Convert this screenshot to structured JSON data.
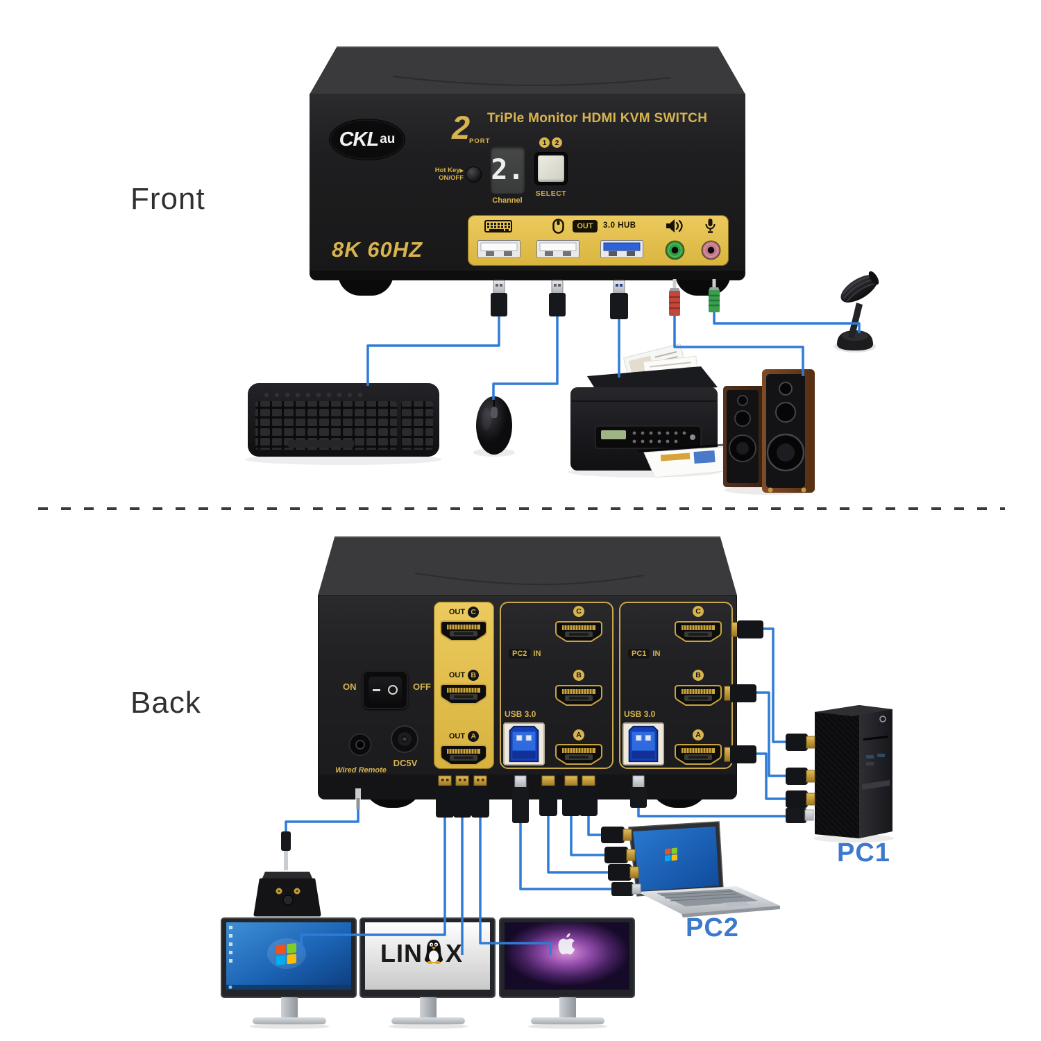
{
  "page": {
    "front_label": "Front",
    "back_label": "Back"
  },
  "front_device": {
    "brand_main": "CKL",
    "brand_suffix": "au",
    "port_count": "2",
    "port_word": "PORT",
    "title": "TriPle Monitor HDMI KVM SWITCH",
    "hotkey_line1": "Hot Key",
    "hotkey_arrow": "▶",
    "hotkey_line2": "ON/OFF",
    "channel_value": "2.",
    "channel_label": "Channel",
    "select_indicator_1": "1",
    "select_indicator_2": "2",
    "select_label": "SELECT",
    "resolution_badge": "8K 60HZ",
    "out_badge": "OUT",
    "hub_label": "3.0 HUB"
  },
  "back_device": {
    "power_on": "ON",
    "power_off": "OFF",
    "out_word": "OUT",
    "out_letters": [
      "C",
      "B",
      "A"
    ],
    "pc2_badge": "PC2",
    "pc1_badge": "PC1",
    "in_word": "IN",
    "usb_label": "USB 3.0",
    "port_letters": [
      "C",
      "B",
      "A"
    ],
    "wired_remote_label": "Wired Remote",
    "power_jack_label": "DC5V"
  },
  "computers": {
    "pc1_label": "PC1",
    "pc2_label": "PC2"
  },
  "monitors": {
    "linux_text_start": "LIN",
    "linux_text_end": "X"
  },
  "colors": {
    "gold_text": "#d8b44e",
    "gold_panel": "#e3c150",
    "cable_blue": "#2f7cd6",
    "pc_label_blue": "#3b79cc",
    "usb3_blue": "#2f62d8",
    "jack_green": "#2f9e3f",
    "jack_pink": "#c4798a"
  }
}
